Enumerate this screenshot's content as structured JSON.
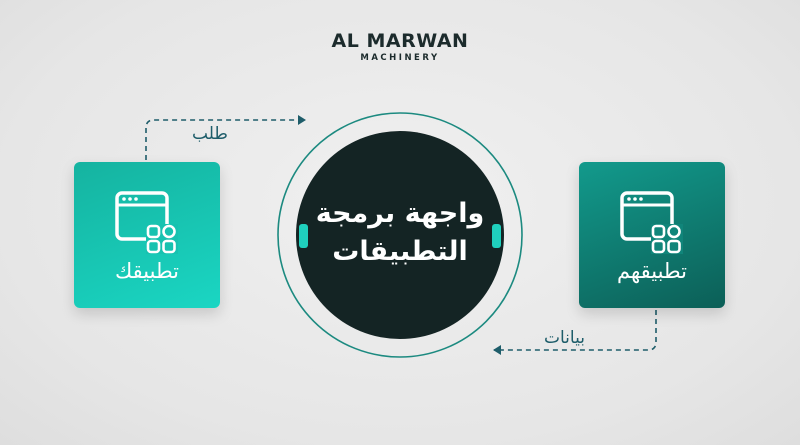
{
  "logo": {
    "name": "AL MARWAN",
    "tagline": "MACHINERY"
  },
  "center": {
    "title_line1": "واجهة برمجة",
    "title_line2": "التطبيقات"
  },
  "left_app": {
    "label": "تطبيقك",
    "icon": "app-window-grid-icon"
  },
  "right_app": {
    "label": "تطبيقهم",
    "icon": "app-window-grid-icon"
  },
  "flows": {
    "request_label": "طلب",
    "data_label": "بيانات"
  },
  "colors": {
    "teal_light": "#1ad6c3",
    "teal_dark": "#0c5f57",
    "circle_fill": "#142424",
    "arrow": "#1e5d6a",
    "background": "#e6e6e6"
  }
}
